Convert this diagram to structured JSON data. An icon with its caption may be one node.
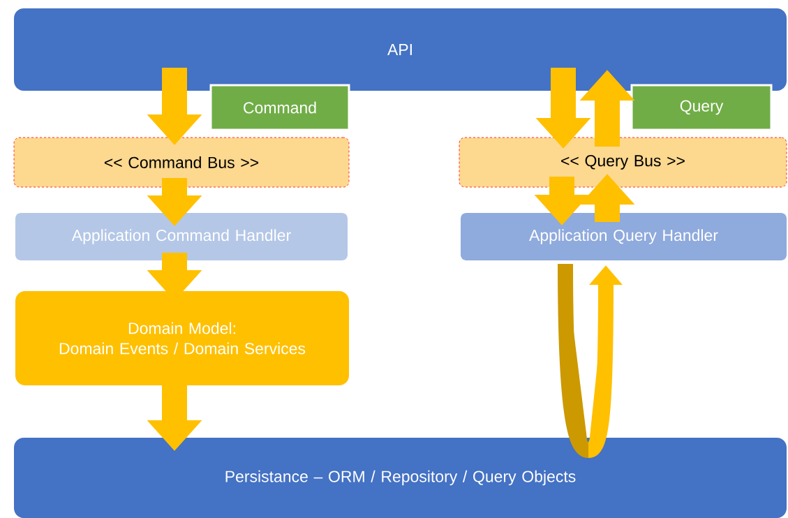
{
  "diagram": {
    "nodes": [
      {
        "text": [
          "API"
        ]
      },
      {
        "text": [
          "Command"
        ]
      },
      {
        "text": [
          "Query"
        ]
      },
      {
        "text": [
          "<< Command Bus >>"
        ]
      },
      {
        "text": [
          "<< Query Bus >>"
        ]
      },
      {
        "text": [
          "Application Command Handler"
        ]
      },
      {
        "text": [
          "Application Query Handler"
        ]
      },
      {
        "text": [
          "Domain Model:",
          "Domain Events / Domain Services"
        ]
      },
      {
        "text": [
          "Persistance – ORM / Repository / Query Objects"
        ]
      }
    ],
    "edges": [
      {
        "from": 0,
        "to": 3,
        "arrow": "to"
      },
      {
        "from": 3,
        "to": 5,
        "arrow": "to"
      },
      {
        "from": 5,
        "to": 7,
        "arrow": "to"
      },
      {
        "from": 7,
        "to": 8,
        "arrow": "to"
      },
      {
        "from": 0,
        "to": 4,
        "arrow": "to"
      },
      {
        "from": 4,
        "to": 0,
        "arrow": "to"
      },
      {
        "from": 4,
        "to": 6,
        "arrow": "to"
      },
      {
        "from": 6,
        "to": 4,
        "arrow": "to"
      },
      {
        "from": 6,
        "to": 8,
        "arrow": "none",
        "color": "#cc9900"
      },
      {
        "from": 8,
        "to": 6,
        "arrow": "to"
      }
    ]
  }
}
